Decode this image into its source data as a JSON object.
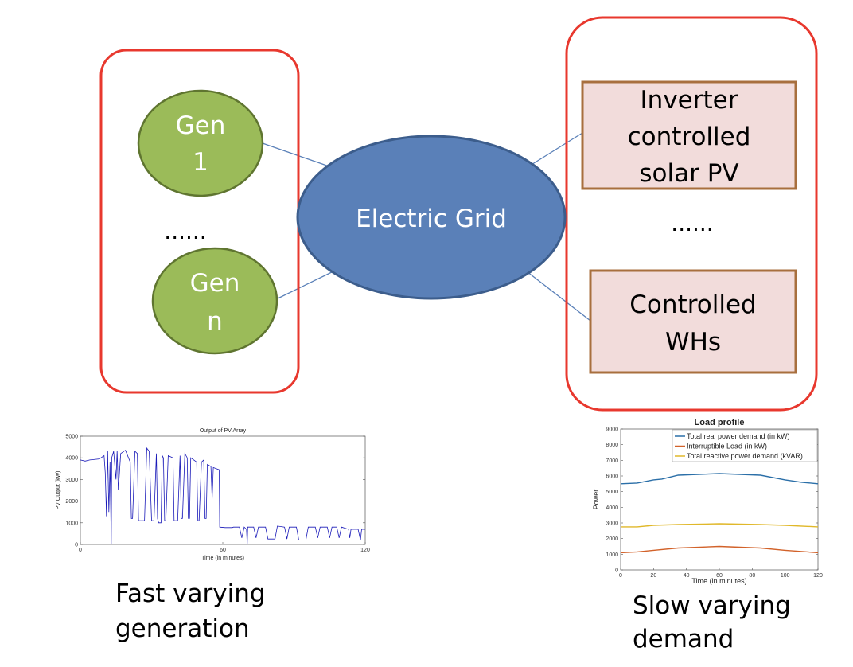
{
  "diagram": {
    "generators": {
      "gen1_line1": "Gen",
      "gen1_line2": "1",
      "ellipsis": "......",
      "genn_line1": "Gen",
      "genn_line2": "n"
    },
    "grid": {
      "label": "Electric Grid"
    },
    "demand": {
      "inverter_line1": "Inverter",
      "inverter_line2": "controlled",
      "inverter_line3": "solar PV",
      "ellipsis": "......",
      "wh_line1": "Controlled",
      "wh_line2": "WHs"
    },
    "colors": {
      "container_border": "#e8382e",
      "gen_fill": "#9bbb59",
      "gen_stroke": "#5f7530",
      "grid_fill": "#5a80b8",
      "grid_stroke": "#3c5d8c",
      "box_fill": "#f2dcdb",
      "box_stroke": "#a86f3e",
      "link": "#5a80b8"
    }
  },
  "captions": {
    "left_line1": "Fast varying",
    "left_line2": "generation",
    "right_line1": "Slow varying",
    "right_line2": "demand"
  },
  "chart_data": [
    {
      "type": "line",
      "title": "Output of PV Array",
      "xlabel": "Time (in minutes)",
      "ylabel": "PV Output (kW)",
      "xlim": [
        0,
        120
      ],
      "ylim": [
        0,
        5000
      ],
      "xticks": [
        0,
        60,
        120
      ],
      "yticks": [
        0,
        1000,
        2000,
        3000,
        4000,
        5000
      ],
      "series": [
        {
          "name": "PV output",
          "color": "#1a1ab8",
          "points": [
            [
              0,
              3900
            ],
            [
              2,
              3850
            ],
            [
              4,
              3900
            ],
            [
              8,
              3950
            ],
            [
              10,
              4100
            ],
            [
              10.5,
              3300
            ],
            [
              11,
              1300
            ],
            [
              11.5,
              4300
            ],
            [
              12,
              1500
            ],
            [
              12.5,
              3800
            ],
            [
              13,
              0
            ],
            [
              13.2,
              4000
            ],
            [
              14,
              4300
            ],
            [
              15,
              3000
            ],
            [
              15.5,
              4300
            ],
            [
              16,
              2500
            ],
            [
              17,
              4200
            ],
            [
              19,
              4350
            ],
            [
              21,
              3800
            ],
            [
              21.5,
              1200
            ],
            [
              22,
              1200
            ],
            [
              23,
              4300
            ],
            [
              24,
              4200
            ],
            [
              24.5,
              1100
            ],
            [
              27,
              1100
            ],
            [
              28,
              4450
            ],
            [
              29,
              4300
            ],
            [
              30,
              1100
            ],
            [
              31,
              1100
            ],
            [
              32,
              4200
            ],
            [
              32.5,
              1200
            ],
            [
              33,
              1000
            ],
            [
              34,
              1000
            ],
            [
              34.5,
              4100
            ],
            [
              35,
              4000
            ],
            [
              35.5,
              1100
            ],
            [
              36,
              1100
            ],
            [
              37,
              4100
            ],
            [
              39,
              4000
            ],
            [
              39.5,
              1100
            ],
            [
              41,
              1100
            ],
            [
              42,
              4100
            ],
            [
              42.5,
              1200
            ],
            [
              43,
              1200
            ],
            [
              44,
              4200
            ],
            [
              45,
              4000
            ],
            [
              45.5,
              1200
            ],
            [
              46,
              1200
            ],
            [
              46.5,
              4000
            ],
            [
              49,
              3800
            ],
            [
              49.5,
              1100
            ],
            [
              50,
              1100
            ],
            [
              51,
              3800
            ],
            [
              52,
              3900
            ],
            [
              52.5,
              1200
            ],
            [
              53,
              1200
            ],
            [
              53.5,
              3700
            ],
            [
              55,
              3600
            ],
            [
              55.5,
              2100
            ],
            [
              56,
              3550
            ],
            [
              58.5,
              3450
            ],
            [
              58.7,
              800
            ],
            [
              61,
              780
            ],
            [
              64,
              780
            ],
            [
              64.5,
              800
            ],
            [
              67,
              800
            ],
            [
              68,
              300
            ],
            [
              69,
              800
            ],
            [
              70,
              700
            ],
            [
              70.3,
              0
            ],
            [
              70.5,
              800
            ],
            [
              73,
              800
            ],
            [
              74,
              300
            ],
            [
              75,
              800
            ],
            [
              78,
              800
            ],
            [
              79,
              250
            ],
            [
              82,
              250
            ],
            [
              83,
              850
            ],
            [
              86,
              800
            ],
            [
              87,
              250
            ],
            [
              88,
              800
            ],
            [
              91,
              800
            ],
            [
              92,
              200
            ],
            [
              95,
              200
            ],
            [
              96,
              800
            ],
            [
              99,
              800
            ],
            [
              100,
              300
            ],
            [
              101,
              800
            ],
            [
              104,
              800
            ],
            [
              105,
              300
            ],
            [
              106,
              800
            ],
            [
              108,
              800
            ],
            [
              109,
              300
            ],
            [
              110,
              800
            ],
            [
              113,
              700
            ],
            [
              113.5,
              300
            ],
            [
              114,
              700
            ],
            [
              117,
              700
            ],
            [
              118,
              200
            ],
            [
              118.5,
              700
            ],
            [
              120,
              700
            ]
          ]
        }
      ]
    },
    {
      "type": "line",
      "title": "Load profile",
      "xlabel": "Time (in minutes)",
      "ylabel": "Power",
      "xlim": [
        0,
        120
      ],
      "ylim": [
        0,
        9000
      ],
      "xticks": [
        0,
        20,
        40,
        60,
        80,
        100,
        120
      ],
      "yticks": [
        0,
        1000,
        2000,
        3000,
        4000,
        5000,
        6000,
        7000,
        8000,
        9000
      ],
      "legend_position": "top-right",
      "series": [
        {
          "name": "Total real power demand (in kW)",
          "color": "#2b6fa8",
          "points": [
            [
              0,
              5500
            ],
            [
              10,
              5550
            ],
            [
              20,
              5750
            ],
            [
              25,
              5800
            ],
            [
              35,
              6050
            ],
            [
              60,
              6150
            ],
            [
              85,
              6050
            ],
            [
              100,
              5750
            ],
            [
              110,
              5600
            ],
            [
              120,
              5500
            ]
          ]
        },
        {
          "name": "Interruptible Load (in kW)",
          "color": "#d2622a",
          "points": [
            [
              0,
              1100
            ],
            [
              10,
              1150
            ],
            [
              20,
              1250
            ],
            [
              35,
              1400
            ],
            [
              60,
              1500
            ],
            [
              85,
              1400
            ],
            [
              100,
              1250
            ],
            [
              120,
              1100
            ]
          ]
        },
        {
          "name": "Total reactive power demand (kVAR)",
          "color": "#e0b82a",
          "points": [
            [
              0,
              2750
            ],
            [
              10,
              2750
            ],
            [
              20,
              2850
            ],
            [
              35,
              2900
            ],
            [
              60,
              2950
            ],
            [
              85,
              2900
            ],
            [
              100,
              2850
            ],
            [
              120,
              2750
            ]
          ]
        }
      ]
    }
  ]
}
